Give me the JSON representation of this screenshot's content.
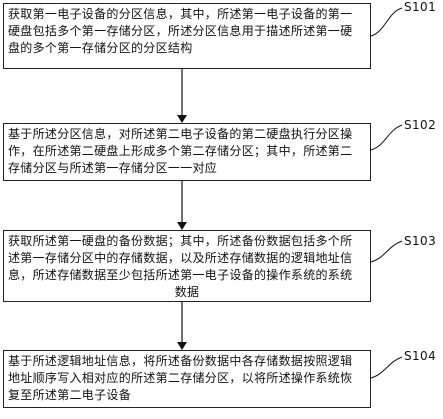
{
  "steps": [
    {
      "id": "S101",
      "lines": [
        "获取第一电子设备的分区信息，其中，所述第一电子设备的第一",
        "硬盘包括多个第一存储分区，所述分区信息用于描述所述第一硬",
        "盘的多个第一存储分区的分区结构"
      ]
    },
    {
      "id": "S102",
      "lines": [
        "基于所述分区信息，对所述第二电子设备的第二硬盘执行分区操",
        "作，在所述第二硬盘上形成多个第二存储分区；其中，所述第二",
        "存储分区与所述第一存储分区一一对应"
      ]
    },
    {
      "id": "S103",
      "lines": [
        "获取所述第一硬盘的备份数据；其中，所述备份数据包括多个所",
        "述第一存储分区中的存储数据，以及所述存储数据的逻辑地址信",
        "息，所述存储数据至少包括所述第一电子设备的操作系统的系统",
        "数据"
      ]
    },
    {
      "id": "S104",
      "lines": [
        "基于所述逻辑地址信息，将所述备份数据中各存储数据按照逻辑",
        "地址顺序写入相对应的所述第二存储分区，以将所述操作系统恢",
        "复至所述第二电子设备"
      ]
    }
  ]
}
